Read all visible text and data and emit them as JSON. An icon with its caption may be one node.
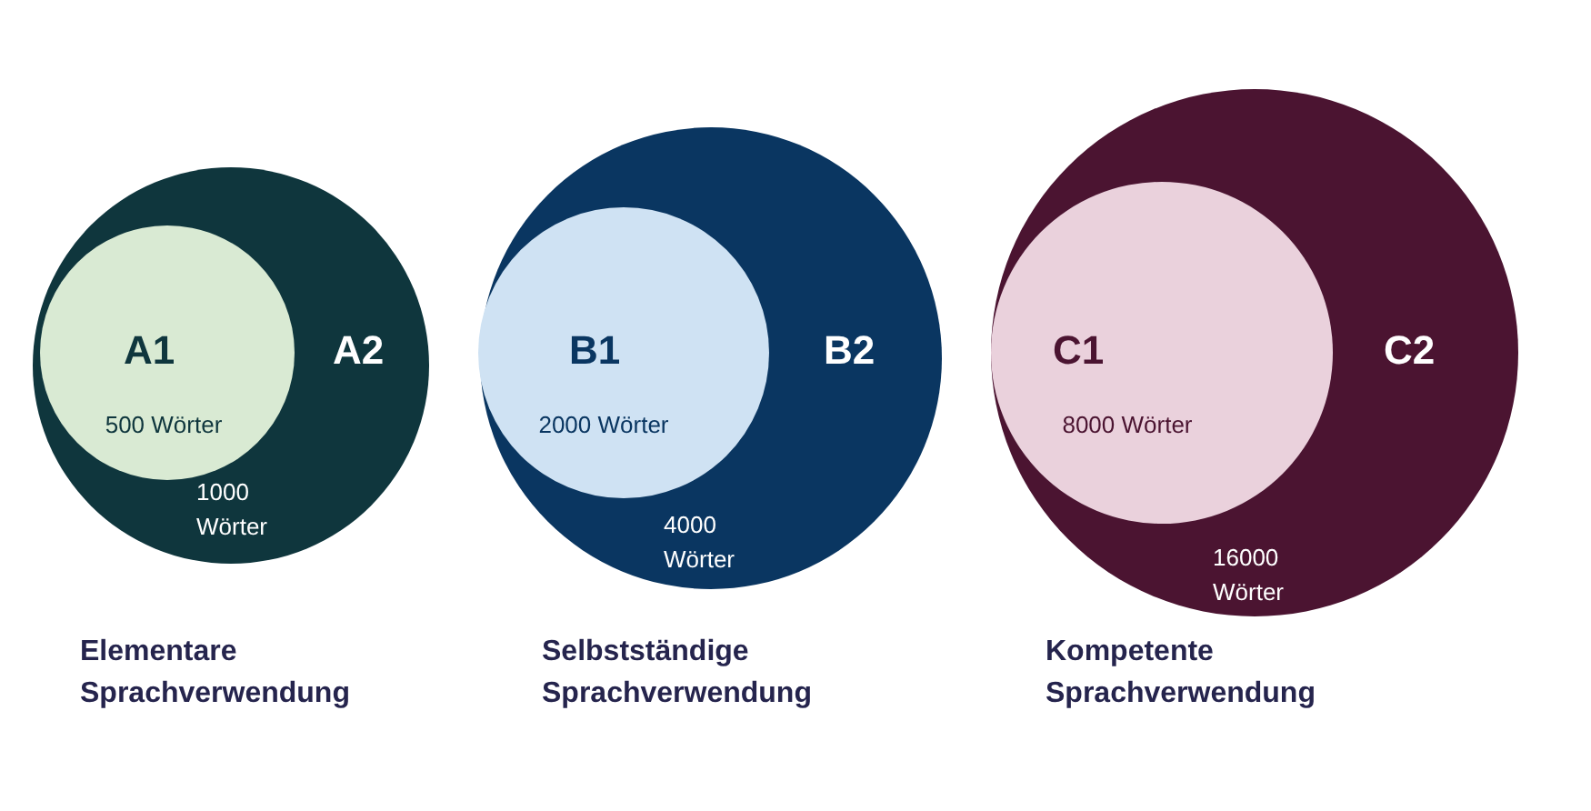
{
  "diagram": {
    "nodes": [
      {
        "text": [
          "A2",
          "1000 Wörter"
        ],
        "beside": [
          "Elementare Sprachverwendung"
        ]
      },
      {
        "text": [
          "A1",
          "500 Wörter"
        ],
        "in": 0
      },
      {
        "text": [
          "B2",
          "4000 Wörter"
        ],
        "beside": [
          "Selbstständige Sprachverwendung"
        ]
      },
      {
        "text": [
          "B1",
          "2000 Wörter"
        ],
        "in": 2
      },
      {
        "text": [
          "C2",
          "16000 Wörter"
        ],
        "beside": [
          "Kompetente Sprachverwendung"
        ]
      },
      {
        "text": [
          "C1",
          "8000 Wörter"
        ],
        "in": 4
      }
    ],
    "edges": []
  }
}
